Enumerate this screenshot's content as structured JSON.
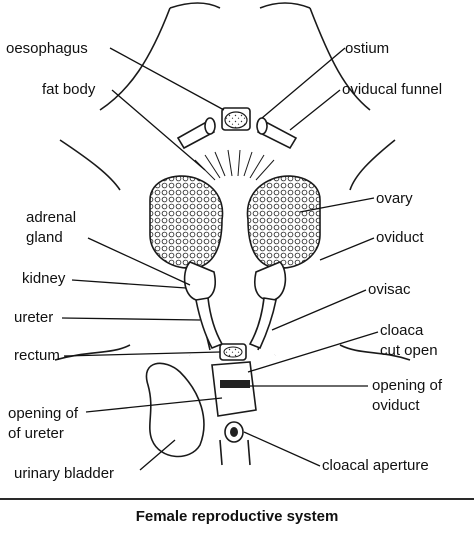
{
  "caption": "Female reproductive system",
  "labels": {
    "oesophagus": "oesophagus",
    "ostium": "ostium",
    "fat_body": "fat body",
    "oviducal_funnel": "oviducal funnel",
    "ovary": "ovary",
    "adrenal": "adrenal",
    "gland": "gland",
    "oviduct": "oviduct",
    "kidney": "kidney",
    "ovisac": "ovisac",
    "ureter": "ureter",
    "cloaca": "cloaca",
    "cut_open": "cut open",
    "rectum": "rectum",
    "opening_of": "opening of",
    "oviduct_2": "oviduct",
    "opening_of_2": "opening of",
    "of_ureter": "of ureter",
    "urinary_bladder": "urinary bladder",
    "cloacal_aperture": "cloacal aperture"
  }
}
